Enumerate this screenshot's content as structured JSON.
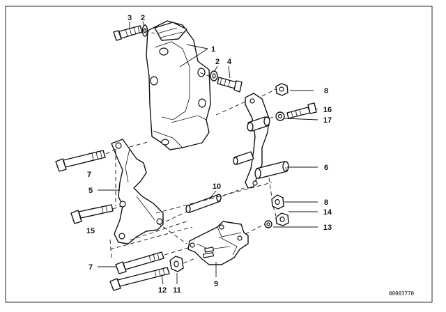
{
  "diagram": {
    "callouts": {
      "p1": "1",
      "p2a": "2",
      "p2b": "2",
      "p3": "3",
      "p4": "4",
      "p5": "5",
      "p6": "6",
      "p7a": "7",
      "p7b": "7",
      "p8a": "8",
      "p8b": "8",
      "p9": "9",
      "p10": "10",
      "p11": "11",
      "p12": "12",
      "p13": "13",
      "p14": "14",
      "p15": "15",
      "p16": "16",
      "p17": "17"
    },
    "reference_code": "00003770"
  }
}
